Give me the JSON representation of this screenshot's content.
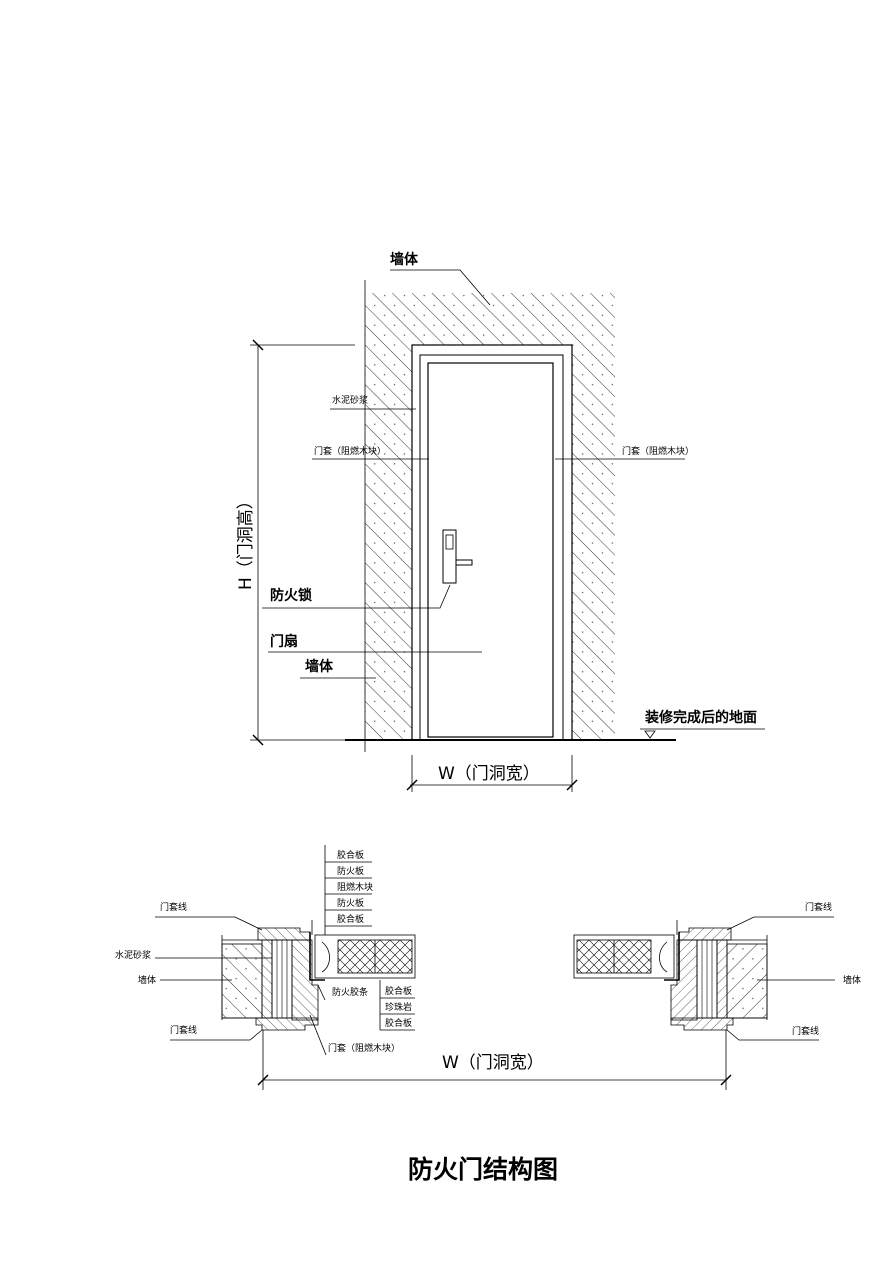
{
  "title": "防火门结构图",
  "elevation": {
    "wall_top": "墙体",
    "cement_mortar": "水泥砂浆",
    "frame_left": "门套（阻燃木块）",
    "frame_right": "门套（阻燃木块）",
    "fire_lock": "防火锁",
    "door_leaf": "门扇",
    "wall_bottom": "墙体",
    "finished_floor": "装修完成后的地面",
    "height_dim": "H（门洞高）",
    "width_dim": "W（门洞宽）"
  },
  "plan": {
    "layers_top": [
      "胶合板",
      "防火板",
      "阻燃木块",
      "防火板",
      "胶合板"
    ],
    "left_trim_top": "门套线",
    "cement_mortar": "水泥砂浆",
    "wall_left": "墙体",
    "left_trim_bottom": "门套线",
    "fire_strip": "防火胶条",
    "layers_bottom": [
      "胶合板",
      "珍珠岩",
      "胶合板"
    ],
    "frame": "门套（阻燃木块）",
    "width_dim": "W（门洞宽）",
    "right_trim_top": "门套线",
    "wall_right": "墙体",
    "right_trim_bottom": "门套线"
  }
}
